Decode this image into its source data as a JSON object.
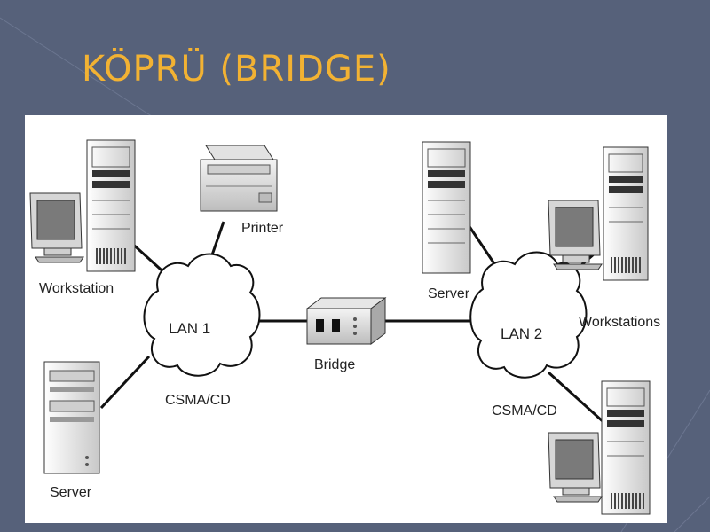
{
  "slide": {
    "title": "KÖPRÜ (BRIDGE)",
    "title_color": "#f2b233",
    "background_color": "#56617a"
  },
  "diagram": {
    "left_network": {
      "cloud_label": "LAN 1",
      "protocol_label": "CSMA/CD",
      "workstation_label": "Workstation",
      "printer_label": "Printer",
      "server_label": "Server"
    },
    "bridge_label": "Bridge",
    "right_network": {
      "cloud_label": "LAN 2",
      "protocol_label": "CSMA/CD",
      "server_label": "Server",
      "workstations_label": "Workstations"
    }
  }
}
